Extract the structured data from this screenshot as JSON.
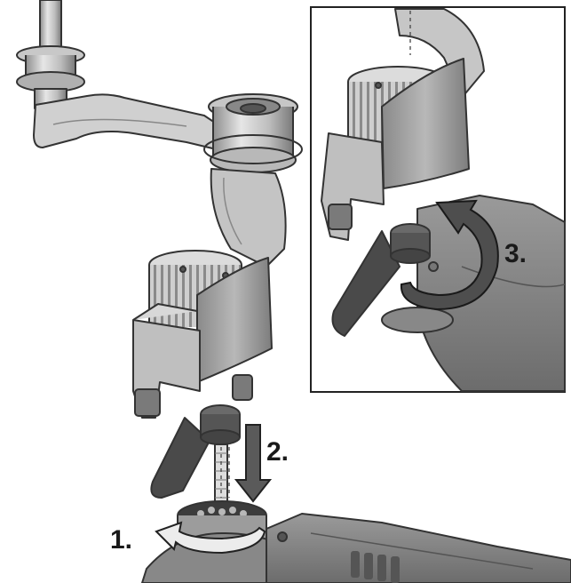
{
  "steps": [
    {
      "label": "1."
    },
    {
      "label": "2."
    },
    {
      "label": "3."
    }
  ],
  "colors": {
    "line": "#333333",
    "metal_light": "#d4d4d4",
    "metal_mid": "#a8a8a8",
    "metal_dark": "#6a6a6a",
    "lever": "#4a4a4a",
    "arrow_fill": "#5a5a5a",
    "arrow_light": "#e8e8e8"
  },
  "icons": {
    "rotate_arrow_step1": "counterclockwise-arrow-icon",
    "down_arrow_step2": "down-arrow-icon",
    "rotate_arrow_step3": "clockwise-arrow-icon"
  }
}
